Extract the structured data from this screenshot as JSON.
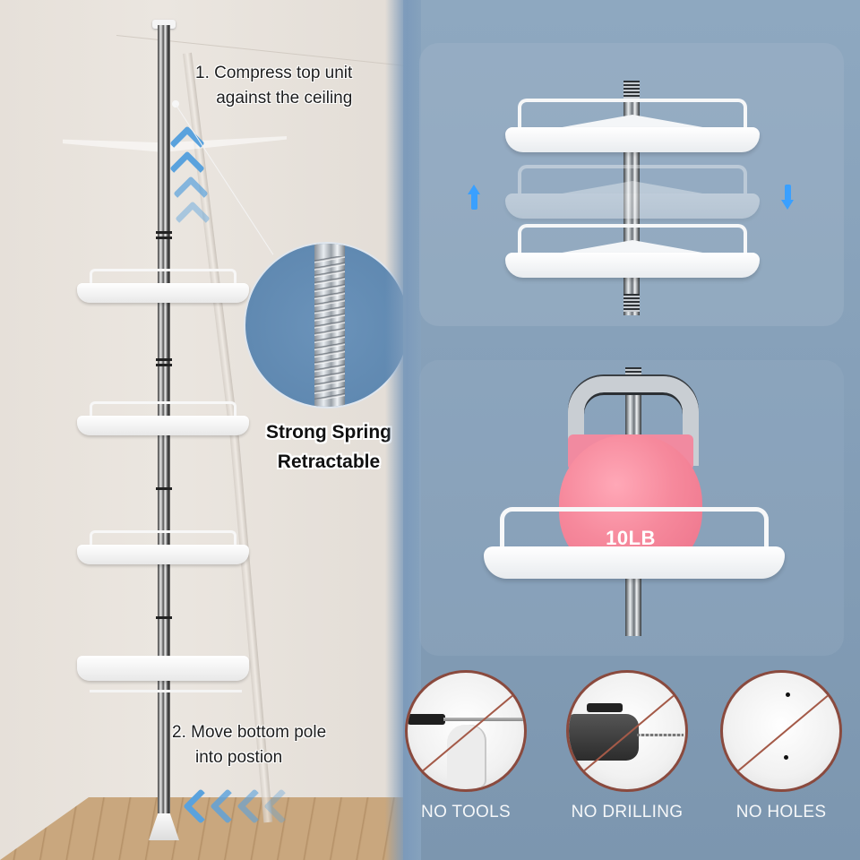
{
  "left_scene": {
    "step1": {
      "line1": "1. Compress top unit",
      "line2": "against the ceiling"
    },
    "step2": {
      "line1": "2. Move bottom pole",
      "line2": "into postion"
    },
    "spring_caption": {
      "line1": "Strong Spring",
      "line2": "Retractable"
    },
    "shelf_count": 4,
    "arrow_color": "#5aa2dd"
  },
  "right_panel": {
    "adjust_card": {
      "arrow_up": "arrow-up-icon",
      "arrow_down": "arrow-down-icon",
      "arrow_color": "#3aa0ff"
    },
    "load_card": {
      "kettlebell_label": "10LB",
      "kettlebell_color": "#f6899c"
    },
    "no_items": [
      {
        "label": "NO TOOLS",
        "icon": "screwdriver-prohibited-icon"
      },
      {
        "label": "NO DRILLING",
        "icon": "drill-prohibited-icon"
      },
      {
        "label": "NO HOLES",
        "icon": "holes-prohibited-icon"
      }
    ]
  },
  "colors": {
    "wall": "#e6e0d9",
    "panel_blue": "#859fb8",
    "spring_circle": "#6089b1",
    "prohibit_ring": "#8a4a3e"
  }
}
